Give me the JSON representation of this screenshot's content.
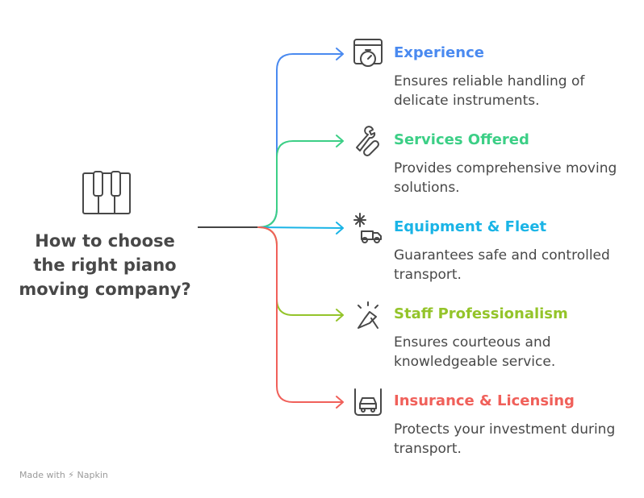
{
  "title": "How to choose the right piano moving company?",
  "items": [
    {
      "title": "Experience",
      "desc": "Ensures reliable handling of delicate instruments.",
      "color": "#4a8af0",
      "icon": "stopwatch-browser-icon"
    },
    {
      "title": "Services Offered",
      "desc": "Provides comprehensive moving solutions.",
      "color": "#3ccf86",
      "icon": "wrench-tools-icon"
    },
    {
      "title": "Equipment & Fleet",
      "desc": "Guarantees safe and controlled transport.",
      "color": "#1ab4e6",
      "icon": "refrigerated-truck-icon"
    },
    {
      "title": "Staff Professionalism",
      "desc": "Ensures courteous and knowledgeable service.",
      "color": "#94c42a",
      "icon": "handshake-icon"
    },
    {
      "title": "Insurance & Licensing",
      "desc": "Protects your investment during transport.",
      "color": "#f0605a",
      "icon": "car-shield-icon"
    }
  ],
  "footer": "Made with ⚡ Napkin"
}
